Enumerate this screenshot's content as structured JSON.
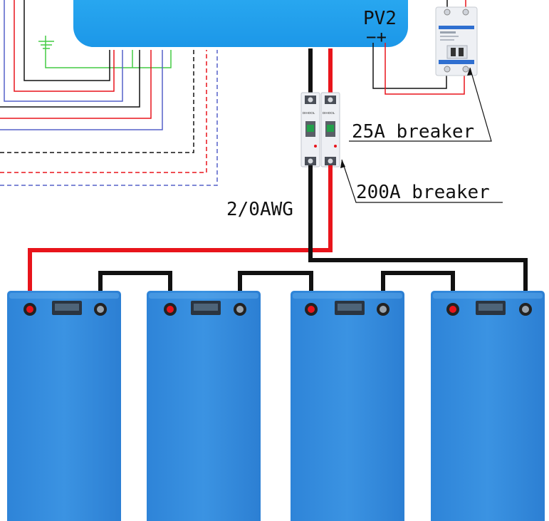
{
  "inverter": {
    "pv_label": "PV2",
    "polarity_label": "−+"
  },
  "labels": {
    "breaker_small": "25A breaker",
    "breaker_main": "200A breaker",
    "cable_gauge": "2/0AWG"
  },
  "breaker_brand": "DIHOOL",
  "battery_count": 4,
  "colors": {
    "inverter_blue": "#2aa6ef",
    "battery_blue": "#3a8fdf",
    "battery_blue_dark": "#2d7fd2",
    "wire_red": "#e8141b",
    "wire_black": "#111111",
    "wire_green": "#44cc44",
    "wire_blue": "#5560c8",
    "breaker_white": "#eef0f4"
  }
}
